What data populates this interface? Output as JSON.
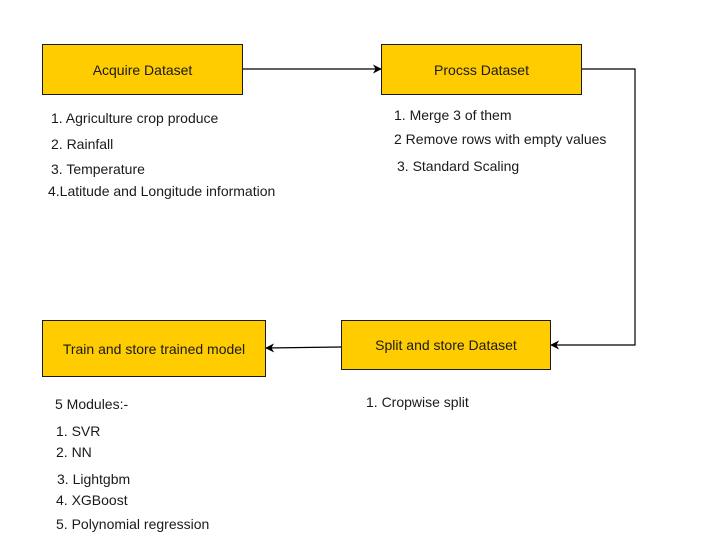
{
  "diagram": {
    "colors": {
      "box_fill": "#FFCC00",
      "box_border": "#1a1a1a",
      "line": "#000000",
      "text": "#1a1a1a",
      "background": "#ffffff"
    },
    "nodes": [
      {
        "id": "acquire",
        "label": "Acquire Dataset",
        "notes": [
          "1. Agriculture crop produce",
          "2. Rainfall",
          "3. Temperature",
          "4.Latitude and Longitude information"
        ]
      },
      {
        "id": "process",
        "label": "Procss Dataset",
        "notes": [
          "1. Merge 3 of them",
          "2 Remove rows with empty values",
          "3. Standard Scaling"
        ]
      },
      {
        "id": "split",
        "label": "Split and store Dataset",
        "notes": [
          "1. Cropwise split"
        ]
      },
      {
        "id": "train",
        "label": "Train and store trained model",
        "notes": [
          "5 Modules:-",
          "1. SVR",
          "2. NN",
          "3. Lightgbm",
          "4. XGBoost",
          "5. Polynomial regression"
        ]
      }
    ],
    "edges": [
      {
        "from": "acquire",
        "to": "process"
      },
      {
        "from": "process",
        "to": "split"
      },
      {
        "from": "split",
        "to": "train"
      }
    ]
  }
}
